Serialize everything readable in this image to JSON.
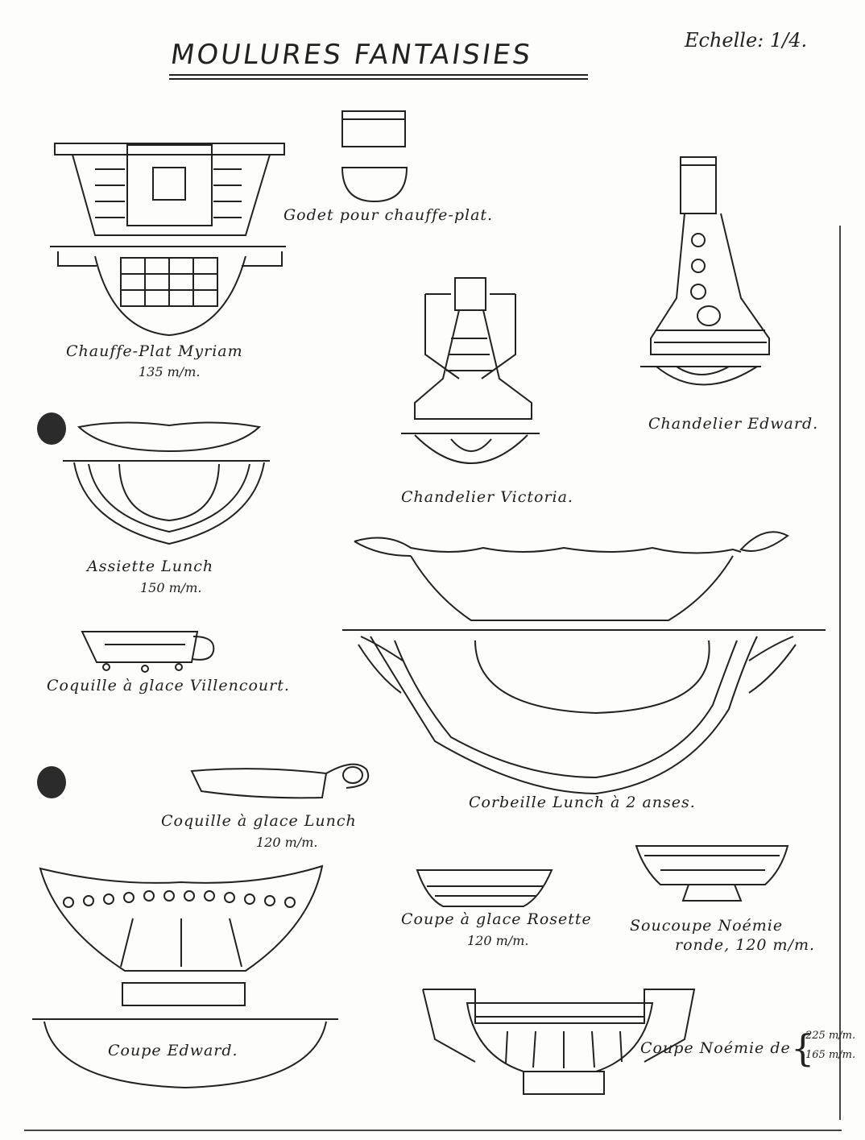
{
  "title": "MOULURES FANTAISIES",
  "scale": "Echelle: 1/4.",
  "items": [
    {
      "name": "Godet pour chauffe-plat."
    },
    {
      "name": "Chauffe-Plat Myriam",
      "size": "135 m/m."
    },
    {
      "name": "Chandelier Edward."
    },
    {
      "name": "Chandelier Victoria."
    },
    {
      "name": "Assiette Lunch",
      "size": "150 m/m."
    },
    {
      "name": "Coquille à glace Villencourt."
    },
    {
      "name": "Corbeille Lunch à 2 anses."
    },
    {
      "name": "Coquille à glace Lunch",
      "size": "120 m/m."
    },
    {
      "name": "Coupe à glace Rosette",
      "size": "120 m/m."
    },
    {
      "name": "Soucoupe Noémie",
      "size": "ronde, 120 m/m."
    },
    {
      "name": "Coupe Edward."
    },
    {
      "name": "Coupe Noémie de",
      "sizes": [
        "225 m/m.",
        "165 m/m."
      ]
    }
  ]
}
